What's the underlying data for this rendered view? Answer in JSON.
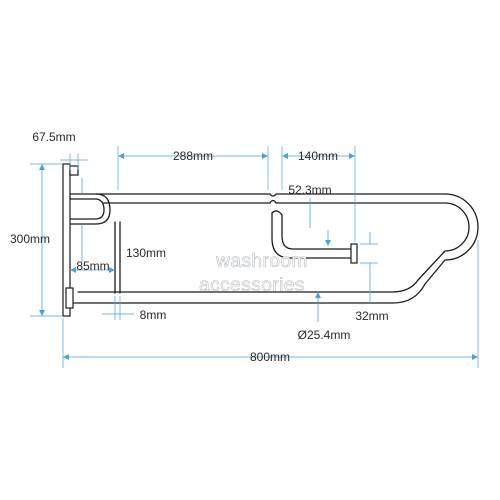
{
  "diagram": {
    "dimensions": {
      "flange_depth": "67.5mm",
      "overall_height": "300mm",
      "grip_gap": "288mm",
      "hook_span": "140mm",
      "hook_offset": "52.3mm",
      "inner_height": "130mm",
      "bracket_depth": "85mm",
      "plate_thickness": "8mm",
      "bend_offset": "32mm",
      "tube_diameter": "Ø25.4mm",
      "overall_length": "800mm"
    },
    "watermark": {
      "line1": "washroom",
      "line2": "accessories"
    },
    "colors": {
      "dimension_lines": "#4aa3d8",
      "outline": "#1c1c1c",
      "background": "#ffffff"
    }
  }
}
